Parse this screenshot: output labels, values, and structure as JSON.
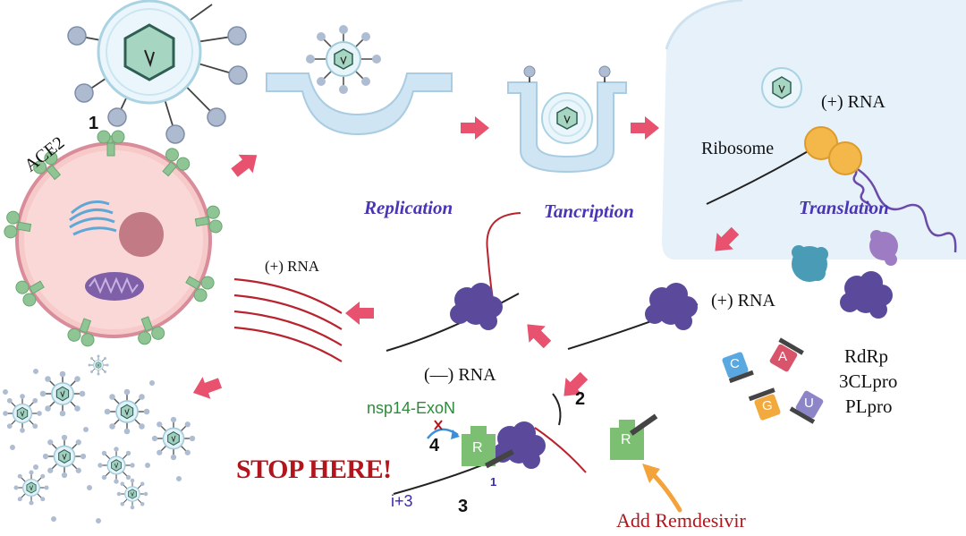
{
  "labels": {
    "ace2": "ACE2",
    "step1": "1",
    "step2": "2",
    "step3": "3",
    "step4": "4",
    "replication": "Replication",
    "transcription": "Tancription",
    "translation": "Translation",
    "ribosome": "Ribosome",
    "plus_rna_top": "(+) RNA",
    "plus_rna_left": "(+) RNA",
    "plus_rna_mid": "(+) RNA",
    "minus_rna": "(—) RNA",
    "rdrp": "RdRp",
    "clpro": "3CLpro",
    "plpro": "PLpro",
    "nsp14": "nsp14-ExoN",
    "stop": "STOP HERE!",
    "i3": "i+3",
    "one_small": "1",
    "add_remdesivir": "Add Remdesivir",
    "nuc_c": "C",
    "nuc_a": "A",
    "nuc_g": "G",
    "nuc_u": "U",
    "r_block_1": "R",
    "r_block_2": "R"
  },
  "colors": {
    "arrow": "#e8526e",
    "stage_text": "#4a35b5",
    "stop_text": "#b2161c",
    "exon_text": "#2e8b3a",
    "enzyme": "#5b4a9c",
    "rna_red": "#b8232e",
    "cell_membrane": "#f2a7a5",
    "ace2_receptor": "#8fc595",
    "r_block": "#7cbf73",
    "cytoplasm": "#e8f3fb",
    "remdesivir_arrow": "#f4a23a"
  }
}
